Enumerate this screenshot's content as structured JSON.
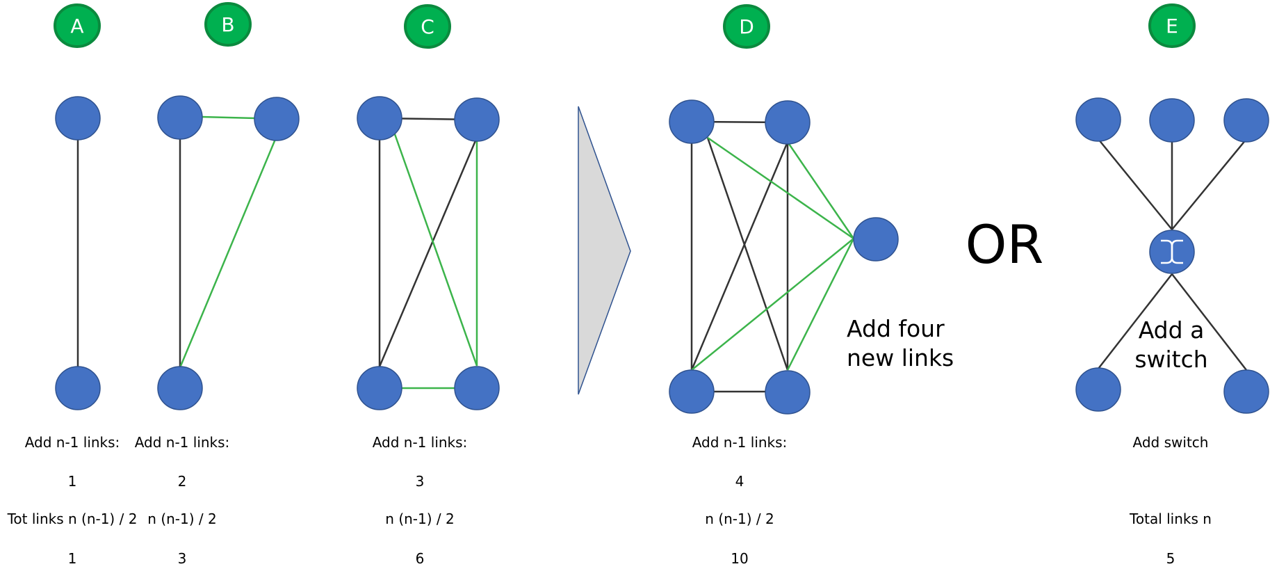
{
  "panels": {
    "a": {
      "badge": "A",
      "rule": "Add n-1 links:",
      "added": "1",
      "formula": "Tot links n (n-1) / 2",
      "total": "1"
    },
    "b": {
      "badge": "B",
      "rule": "Add n-1 links:",
      "added": "2",
      "formula": "n (n-1) / 2",
      "total": "3"
    },
    "c": {
      "badge": "C",
      "rule": "Add n-1 links:",
      "added": "3",
      "formula": "n (n-1) / 2",
      "total": "6"
    },
    "d": {
      "badge": "D",
      "rule": "Add n-1 links:",
      "added": "4",
      "formula": "n (n-1) / 2",
      "total": "10",
      "note_line1": "Add four",
      "note_line2": "new links"
    },
    "e": {
      "badge": "E",
      "rule": "Add switch",
      "formula": "Total links n",
      "total": "5",
      "note_line1": "Add a",
      "note_line2": "switch"
    }
  },
  "or_label": "OR",
  "colors": {
    "badge": "#00b050",
    "node": "#4472c4",
    "link_existing": "#333333",
    "link_new": "#3cb44b",
    "arrow": "#d9d9d9"
  },
  "icons": {
    "switch": "switch-icon",
    "arrow": "right-arrow-icon"
  }
}
